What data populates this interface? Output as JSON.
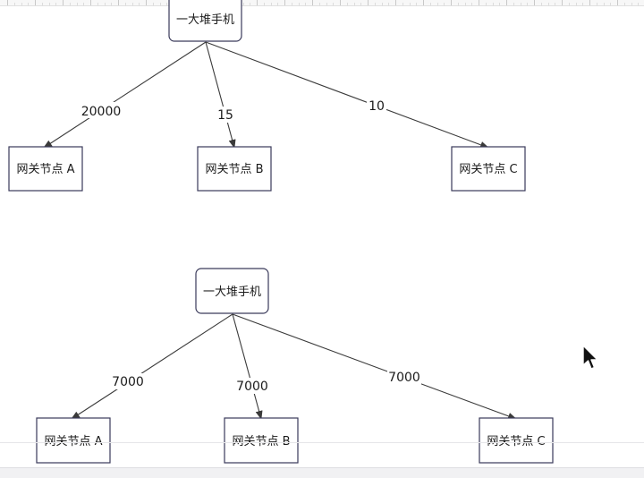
{
  "diagrams": [
    {
      "root": {
        "label": "一大堆手机"
      },
      "children": [
        {
          "label": "网关节点 A",
          "weight": "20000"
        },
        {
          "label": "网关节点 B",
          "weight": "15"
        },
        {
          "label": "网关节点 C",
          "weight": "10"
        }
      ]
    },
    {
      "root": {
        "label": "一大堆手机"
      },
      "children": [
        {
          "label": "网关节点 A",
          "weight": "7000"
        },
        {
          "label": "网关节点 B",
          "weight": "7000"
        },
        {
          "label": "网关节点 C",
          "weight": "7000"
        }
      ]
    }
  ],
  "colors": {
    "node_border": "#3a3a5a",
    "edge": "#3a3a3a",
    "text": "#1a1a1a",
    "background": "#ffffff"
  },
  "icons": {
    "cursor": "mouse-pointer-icon"
  }
}
